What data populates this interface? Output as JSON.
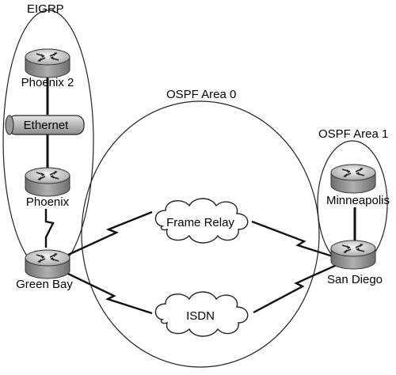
{
  "regions": {
    "eigrp": "EIGRP",
    "ospf_area0": "OSPF Area 0",
    "ospf_area1": "OSPF Area 1"
  },
  "routers": {
    "phoenix2": "Phoenix 2",
    "phoenix": "Phoenix",
    "green_bay": "Green Bay",
    "san_diego": "San Diego",
    "minneapolis": "Minneapolis"
  },
  "media": {
    "ethernet": "Ethernet",
    "frame_relay": "Frame Relay",
    "isdn": "ISDN"
  },
  "icons": {
    "router": "router-icon",
    "cloud": "cloud-icon",
    "ethernet": "ethernet-segment-icon"
  },
  "colors": {
    "router_body": "#8a8a8a",
    "router_top": "#d4d4d4",
    "ethernet_fill": "#c8c8c8"
  }
}
